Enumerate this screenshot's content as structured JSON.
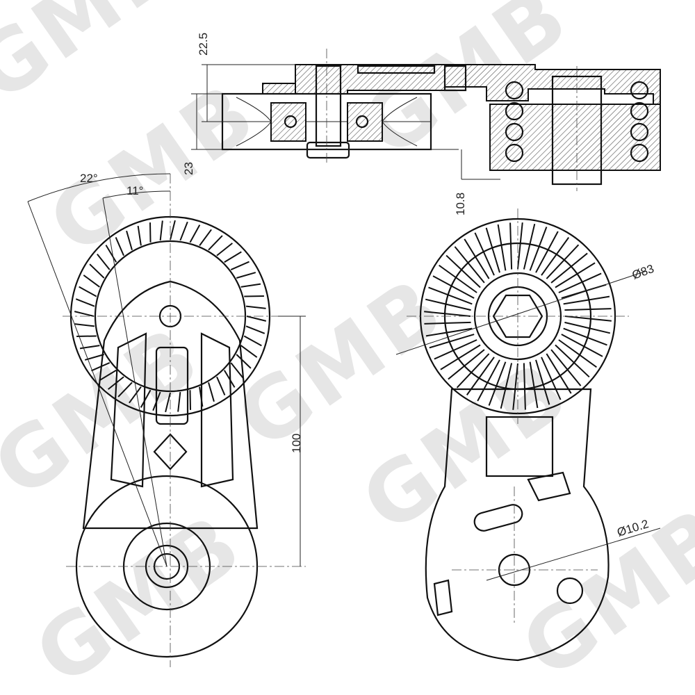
{
  "watermark": "GMB",
  "dimensions": {
    "top_offset": "22.5",
    "pulley_width": "23",
    "mount_offset": "10.8",
    "angle_outer": "22°",
    "angle_inner": "11°",
    "center_distance": "100",
    "pulley_diameter": "Ø83",
    "bore_diameter": "Ø10.2"
  },
  "pulley_ribs": 48
}
